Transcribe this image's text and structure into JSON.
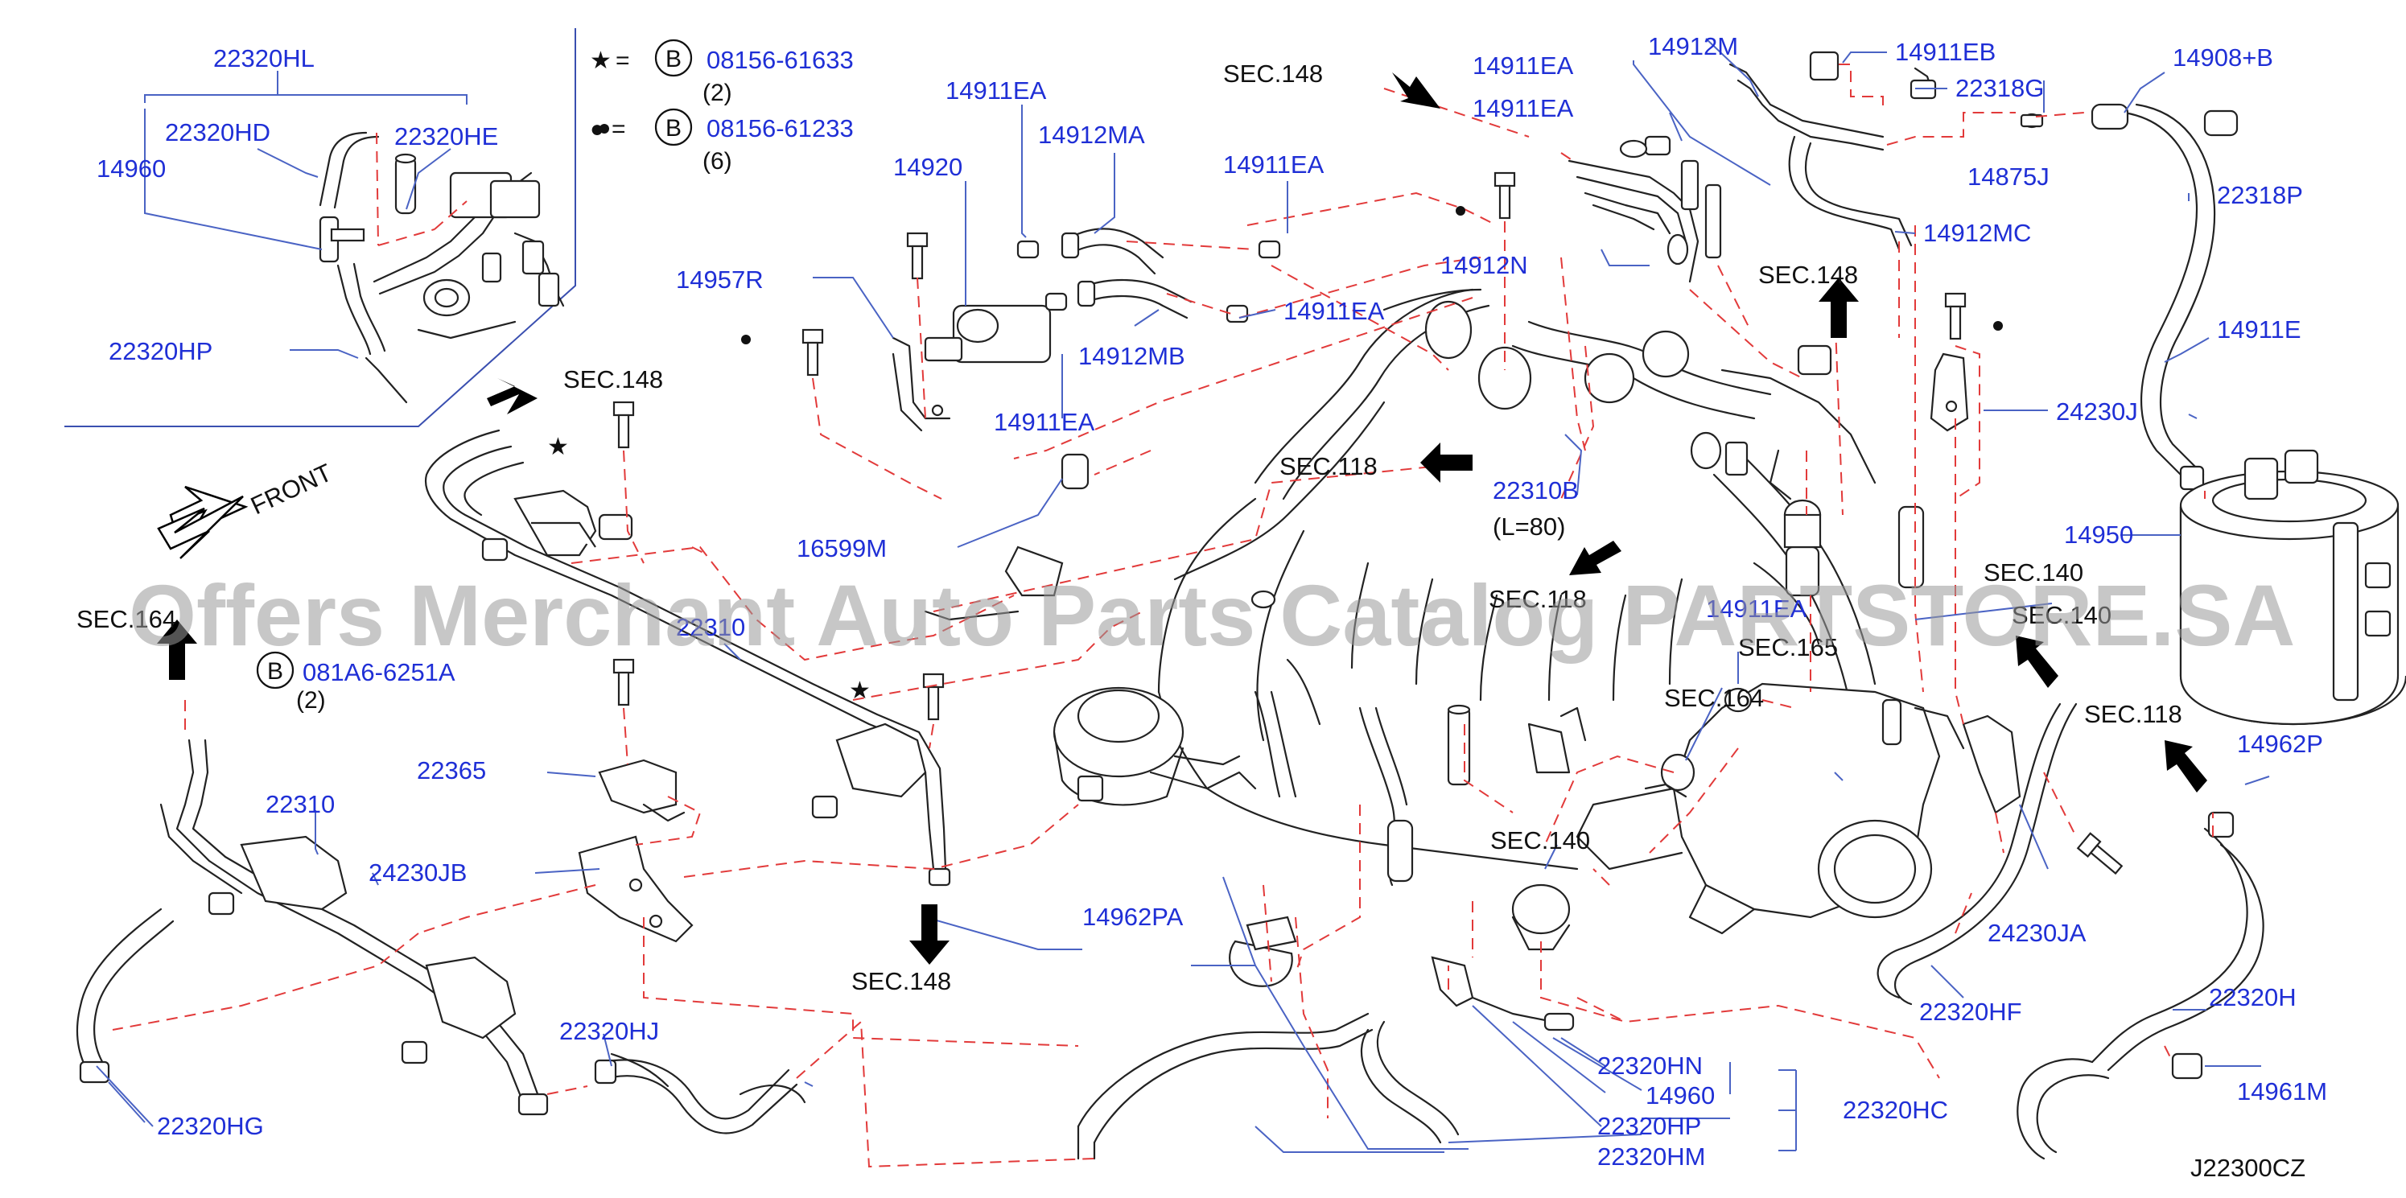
{
  "diagram": {
    "code": "J22300CZ",
    "watermark": "Offers Merchant Auto Parts Catalog PARTSTORE.SA",
    "front_label": "FRONT",
    "legend": [
      {
        "symbol": "★",
        "part_number": "08156-61633",
        "qty": "(2)"
      },
      {
        "symbol": "●",
        "part_number": "08156-61233",
        "qty": "(6)"
      }
    ],
    "bolt_callout": {
      "part_number": "081A6-6251A",
      "qty": "(2)"
    },
    "legend_badge": "B",
    "legend_equals": "=",
    "length_note": "(L=80)",
    "sections": {
      "s148": "SEC.148",
      "s118": "SEC.118",
      "s140": "SEC.140",
      "s164": "SEC.164",
      "s165": "SEC.165"
    },
    "parts": {
      "p22320HL": "22320HL",
      "p22320HD": "22320HD",
      "p22320HE": "22320HE",
      "p14960": "14960",
      "p22320HP": "22320HP",
      "p14911EA": "14911EA",
      "p14912MA": "14912MA",
      "p14920": "14920",
      "p14957R": "14957R",
      "p14912MB": "14912MB",
      "p14912M": "14912M",
      "p14911EB": "14911EB",
      "p22318G": "22318G",
      "p14908B": "14908+B",
      "p14875J": "14875J",
      "p22318P": "22318P",
      "p14912MC": "14912MC",
      "p14912N": "14912N",
      "p14911E": "14911E",
      "p24230J": "24230J",
      "p22310B": "22310B",
      "p16599M": "16599M",
      "p14950": "14950",
      "p22310": "22310",
      "p22365": "22365",
      "p24230JB": "24230JB",
      "p14962PA": "14962PA",
      "p22320HJ": "22320HJ",
      "p22320HG": "22320HG",
      "p22320HN": "22320HN",
      "p22320HC": "22320HC",
      "p22320HM": "22320HM",
      "p14962P": "14962P",
      "p24230JA": "24230JA",
      "p22320HF": "22320HF",
      "p22320H": "22320H",
      "p14961M": "14961M"
    }
  }
}
